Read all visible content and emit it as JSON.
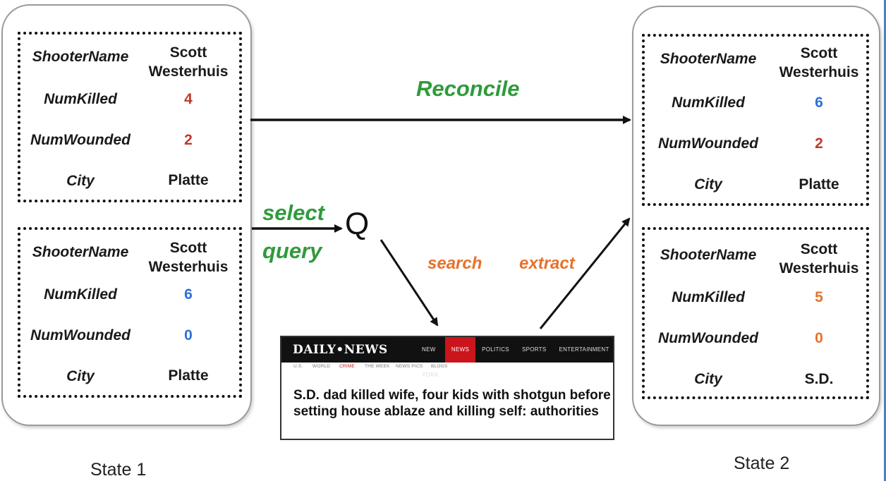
{
  "state1": {
    "label": "State 1",
    "records": [
      {
        "shooter_name_field": "ShooterName",
        "shooter_name_value": "Scott Westerhuis",
        "num_killed_field": "NumKilled",
        "num_killed_value": "4",
        "num_wounded_field": "NumWounded",
        "num_wounded_value": "2",
        "city_field": "City",
        "city_value": "Platte"
      },
      {
        "shooter_name_field": "ShooterName",
        "shooter_name_value": "Scott Westerhuis",
        "num_killed_field": "NumKilled",
        "num_killed_value": "6",
        "num_wounded_field": "NumWounded",
        "num_wounded_value": "0",
        "city_field": "City",
        "city_value": "Platte"
      }
    ]
  },
  "state2": {
    "label": "State 2",
    "records": [
      {
        "shooter_name_field": "ShooterName",
        "shooter_name_value": "Scott Westerhuis",
        "num_killed_field": "NumKilled",
        "num_killed_value": "6",
        "num_wounded_field": "NumWounded",
        "num_wounded_value": "2",
        "city_field": "City",
        "city_value": "Platte"
      },
      {
        "shooter_name_field": "ShooterName",
        "shooter_name_value": "Scott Westerhuis",
        "num_killed_field": "NumKilled",
        "num_killed_value": "5",
        "num_wounded_field": "NumWounded",
        "num_wounded_value": "0",
        "city_field": "City",
        "city_value": "S.D."
      }
    ]
  },
  "operations": {
    "reconcile": "Reconcile",
    "select": "select",
    "query": "query",
    "query_node": "Q",
    "search": "search",
    "extract": "extract"
  },
  "news": {
    "logo": "DAILY•NEWS",
    "nav": [
      "NEW YORK",
      "NEWS",
      "POLITICS",
      "SPORTS",
      "ENTERTAINMENT"
    ],
    "active_nav": "NEWS",
    "subnav": [
      "U.S.",
      "WORLD",
      "CRIME",
      "THE WEEK",
      "NEWS PICS",
      "BLOGS"
    ],
    "headline": "S.D. dad killed wife, four kids with shotgun before setting house ablaze and killing self: authorities"
  },
  "colors": {
    "state1_rec1_values": "#c0392b",
    "state1_rec2_values": "#2f6fd6",
    "state2_rec1_killed": "#2f6fd6",
    "state2_rec1_wounded": "#c0392b",
    "state2_rec2_values": "#e8712a",
    "reconcile_label": "#2e9b3a",
    "select_query_label": "#2e9b3a",
    "search_extract_label": "#e8712a",
    "news_active_tab": "#c9151b"
  }
}
